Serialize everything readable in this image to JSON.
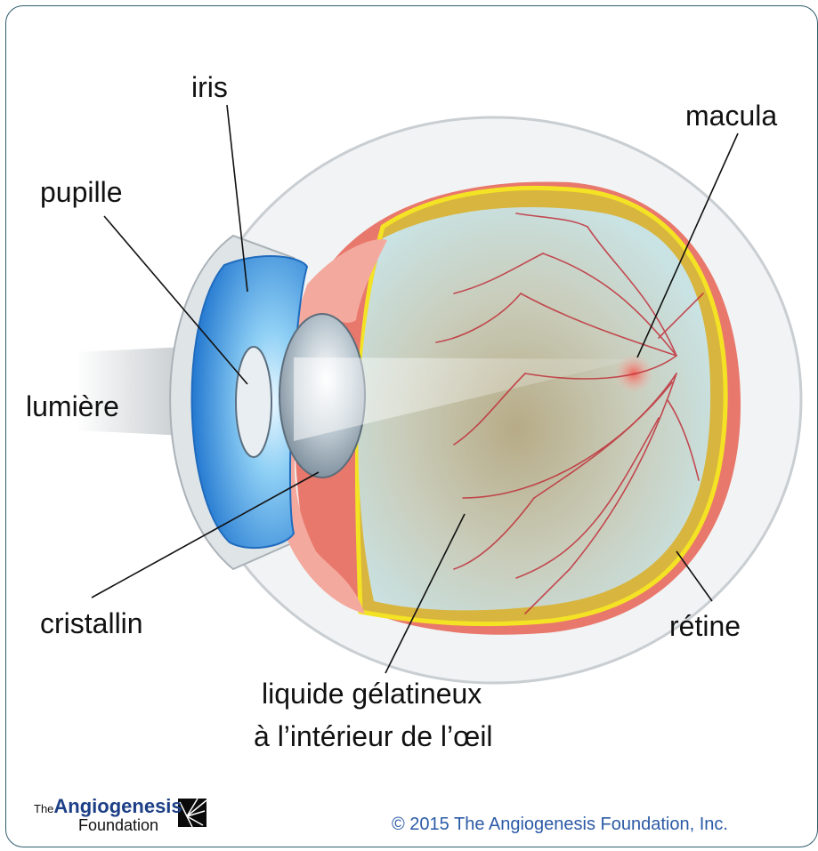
{
  "labels": {
    "iris": "iris",
    "pupille": "pupille",
    "lumiere": "lumière",
    "cristallin": "cristallin",
    "macula": "macula",
    "retine": "rétine",
    "liquide_line1": "liquide gélatineux",
    "liquide_line2": "à l’intérieur de l’œil"
  },
  "logo": {
    "prefix": "The",
    "name": "Angiogenesis",
    "sub": "Foundation"
  },
  "copyright": "© 2015 The Angiogenesis Foundation, Inc.",
  "colors": {
    "frame": "#2f5d6e",
    "iris": "#3a8fdc",
    "retina": "#f2e224",
    "choroid": "#e9786c",
    "vitreous": "#cfe0e0",
    "vessels": "#c0303a",
    "logo": "#1c3f86",
    "copyright": "#2b5aa6"
  }
}
